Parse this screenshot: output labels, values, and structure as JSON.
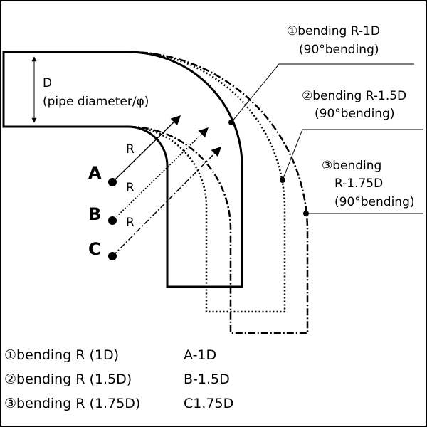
{
  "diagram": {
    "d_label": "D",
    "d_caption": "(pipe diameter/φ)",
    "r_label": "R",
    "points": [
      "A",
      "B",
      "C"
    ],
    "callouts": [
      {
        "line1": "①bending R-1D",
        "line2": "(90°bending)"
      },
      {
        "line1": "②bending R-1.5D",
        "line2": "(90°bending)"
      },
      {
        "line1": "③bending",
        "line2": "R-1.75D",
        "line3": "(90°bending)"
      }
    ],
    "legend": [
      {
        "name": "①bending R (1D)",
        "code": "A-1D"
      },
      {
        "name": "②bending R (1.5D)",
        "code": "B-1.5D"
      },
      {
        "name": "③bending R (1.75D)",
        "code": "C1.75D"
      }
    ]
  }
}
